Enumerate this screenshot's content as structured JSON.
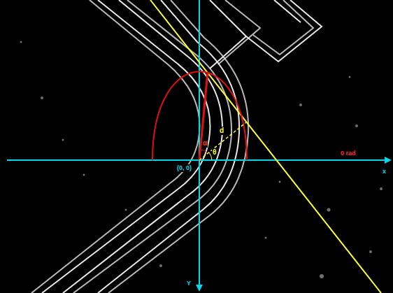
{
  "diagram": {
    "labels": [
      "d",
      "α",
      "θ",
      "(0, 0)",
      "0 rad",
      "x",
      "Y"
    ]
  }
}
